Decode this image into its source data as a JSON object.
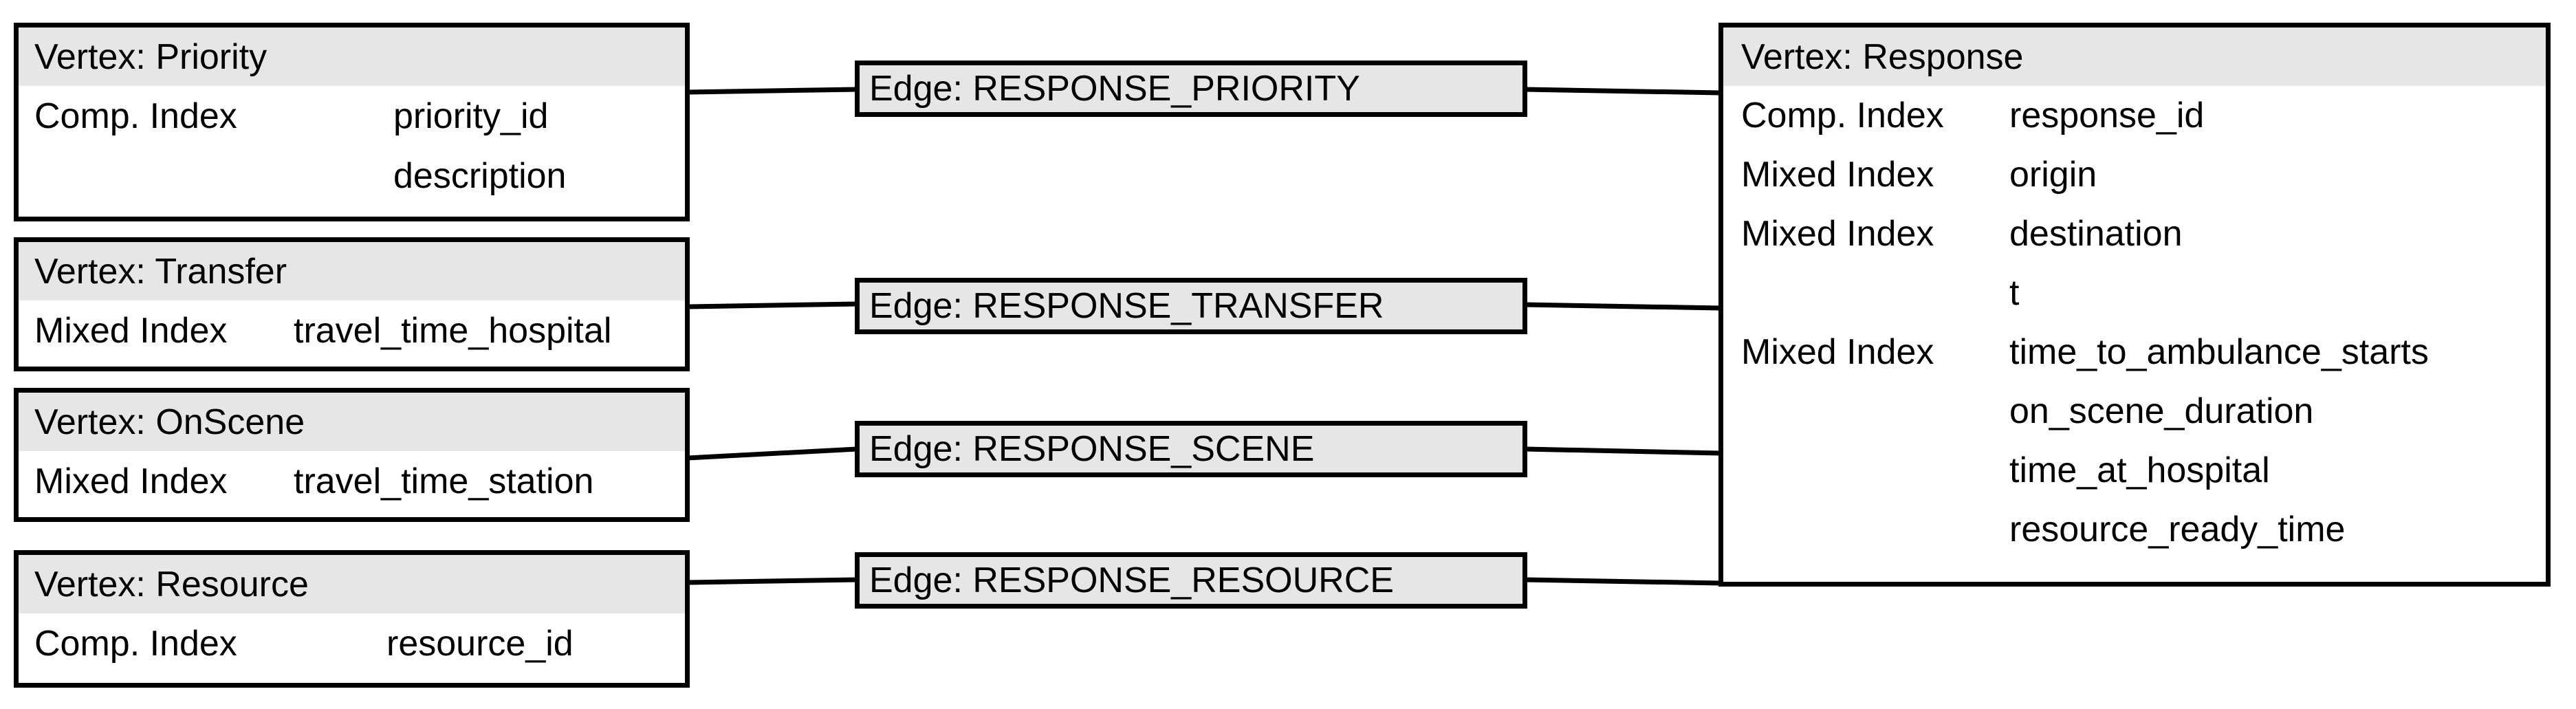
{
  "diagram": {
    "colors": {
      "background": "#ffffff",
      "header_fill": "#e6e6e6",
      "edge_fill": "#e6e6e6",
      "border": "#000000",
      "text": "#000000"
    },
    "vertices": [
      {
        "title": "Vertex: Priority",
        "rows": [
          {
            "label": "Comp. Index",
            "value": "priority_id"
          },
          {
            "label": "",
            "value": "description"
          }
        ]
      },
      {
        "title": "Vertex: Transfer",
        "rows": [
          {
            "label": "Mixed Index",
            "value": "travel_time_hospital"
          }
        ]
      },
      {
        "title": "Vertex: OnScene",
        "rows": [
          {
            "label": "Mixed Index",
            "value": "travel_time_station"
          }
        ]
      },
      {
        "title": "Vertex: Resource",
        "rows": [
          {
            "label": "Comp. Index",
            "value": "resource_id"
          }
        ]
      },
      {
        "title": "Vertex: Response",
        "rows": [
          {
            "label": "Comp. Index",
            "value": "response_id"
          },
          {
            "label": "Mixed Index",
            "value": "origin"
          },
          {
            "label": "Mixed Index",
            "value": "destination"
          },
          {
            "label": "",
            "value": "t"
          },
          {
            "label": "Mixed Index",
            "value": "time_to_ambulance_starts"
          },
          {
            "label": "",
            "value": "on_scene_duration"
          },
          {
            "label": "",
            "value": "time_at_hospital"
          },
          {
            "label": "",
            "value": "resource_ready_time"
          }
        ]
      }
    ],
    "edges": [
      {
        "label": "Edge: RESPONSE_PRIORITY"
      },
      {
        "label": "Edge: RESPONSE_TRANSFER"
      },
      {
        "label": "Edge: RESPONSE_SCENE"
      },
      {
        "label": "Edge: RESPONSE_RESOURCE"
      }
    ]
  }
}
